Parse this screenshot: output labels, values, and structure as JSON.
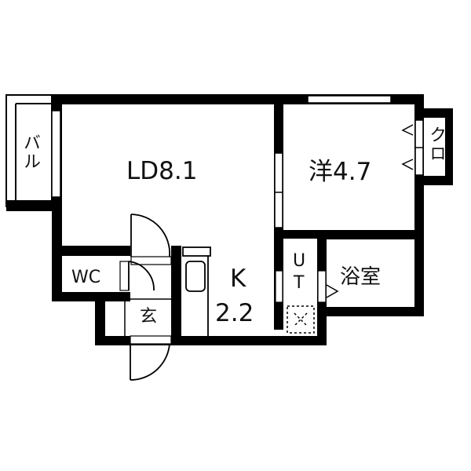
{
  "floor_plan": {
    "rooms": [
      {
        "id": "ld",
        "label": "LD8.1",
        "type": "LD",
        "size_jo": "8.1"
      },
      {
        "id": "western",
        "label": "洋4.7",
        "type": "洋",
        "size_jo": "4.7"
      },
      {
        "id": "kitchen",
        "label_line1": "K",
        "label_line2": "2.2",
        "type": "K",
        "size_jo": "2.2"
      },
      {
        "id": "balcony",
        "label": "バル"
      },
      {
        "id": "closet",
        "label": "クロ"
      },
      {
        "id": "wc",
        "label": "WC"
      },
      {
        "id": "entrance",
        "label": "玄"
      },
      {
        "id": "utility",
        "label_line1": "U",
        "label_line2": "T"
      },
      {
        "id": "bath",
        "label": "浴室"
      }
    ],
    "colors": {
      "wall": "#000000",
      "background": "#ffffff",
      "line": "#000000"
    }
  }
}
